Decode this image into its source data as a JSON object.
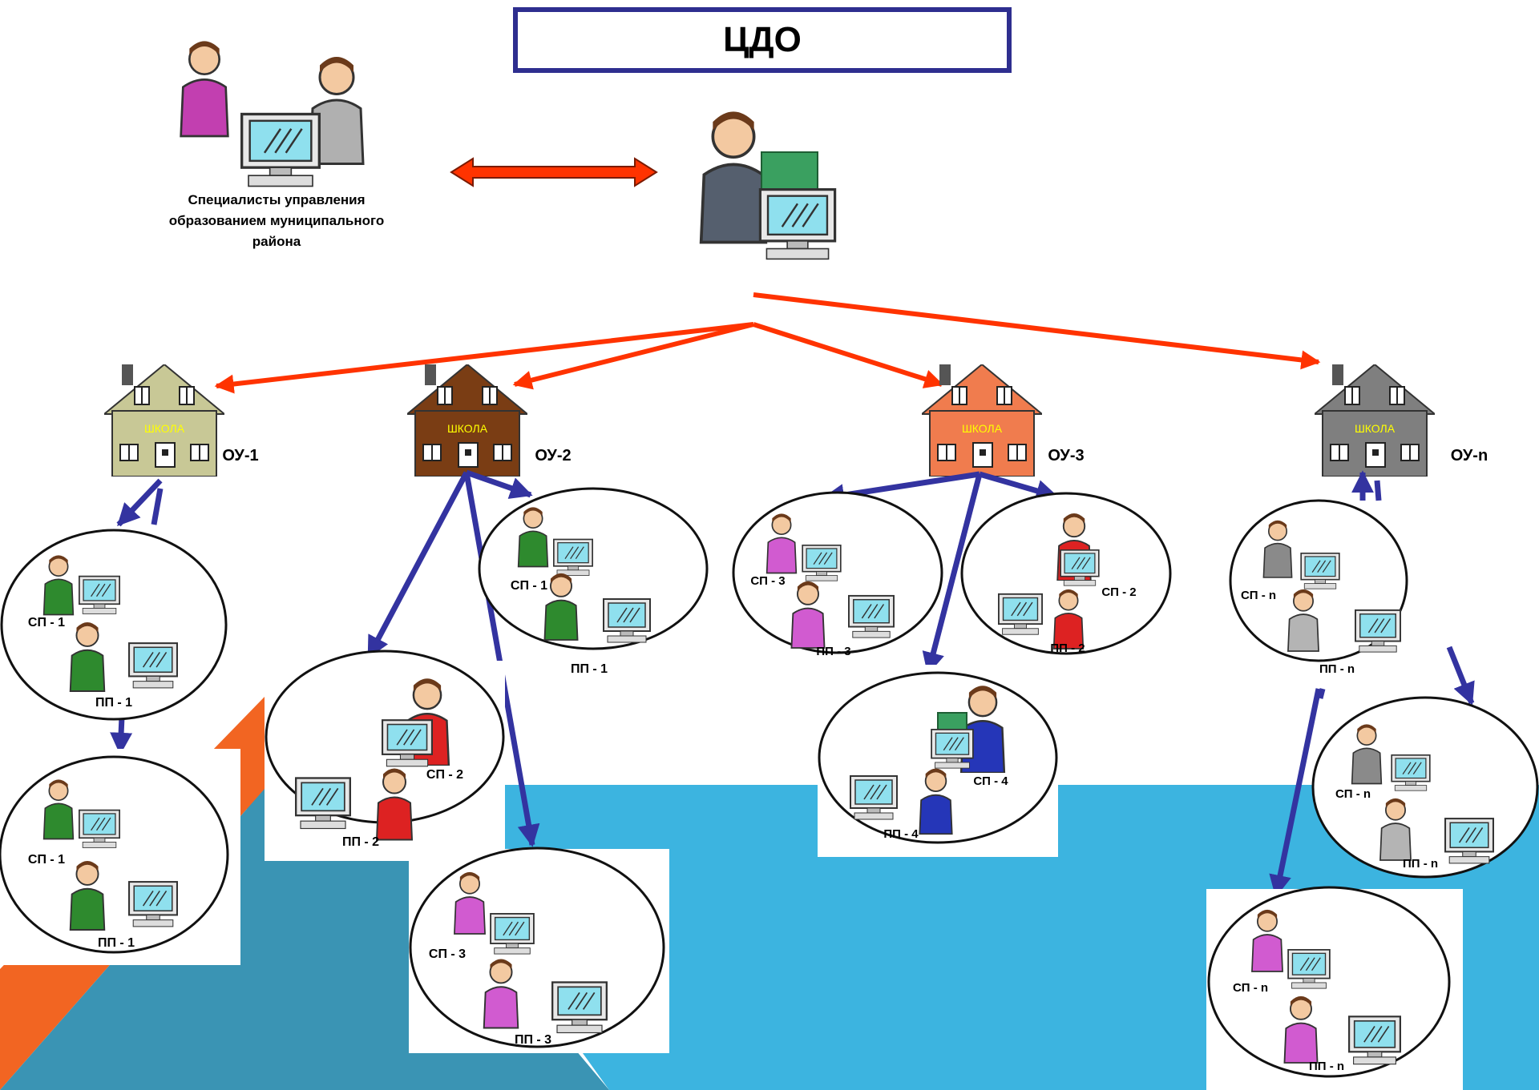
{
  "title": "ЦДО",
  "specialists_caption": [
    "Специалисты управления",
    "образованием муниципального",
    "района"
  ],
  "school_sign": "ШКОЛА",
  "schools": [
    {
      "id": "s1",
      "label": "ОУ-1",
      "wall": "#c8c896"
    },
    {
      "id": "s2",
      "label": "ОУ-2",
      "wall": "#7a3d14"
    },
    {
      "id": "s3",
      "label": "ОУ-3",
      "wall": "#f07c4e"
    },
    {
      "id": "s4",
      "label": "ОУ-n",
      "wall": "#7f7f7f"
    }
  ],
  "groups": [
    {
      "sp": "СП - 1",
      "pp": "ПП - 1"
    },
    {
      "sp": "СП - 1",
      "pp": "ПП - 1"
    },
    {
      "sp": "СП - 1",
      "pp": "ПП - 1"
    },
    {
      "sp": "СП - 2",
      "pp": "ПП - 2"
    },
    {
      "sp": "СП - 3",
      "pp": "ПП - 3"
    },
    {
      "sp": "СП - 3",
      "pp": "ПП - 3"
    },
    {
      "sp": "СП - 2",
      "pp": "ПП - 2"
    },
    {
      "sp": "СП - 4",
      "pp": "ПП - 4"
    },
    {
      "sp": "СП - n",
      "pp": "ПП - n"
    },
    {
      "sp": "СП - n",
      "pp": "ПП - n"
    },
    {
      "sp": "СП - n",
      "pp": "ПП - n"
    }
  ],
  "colors": {
    "title_border": "#2e2e8f",
    "red_arrow": "#ff3300",
    "blue_arrow": "#3333a0",
    "bg_blue": "#3cb4e0",
    "bg_teal": "#3a94b4",
    "bg_orange": "#f26522"
  }
}
